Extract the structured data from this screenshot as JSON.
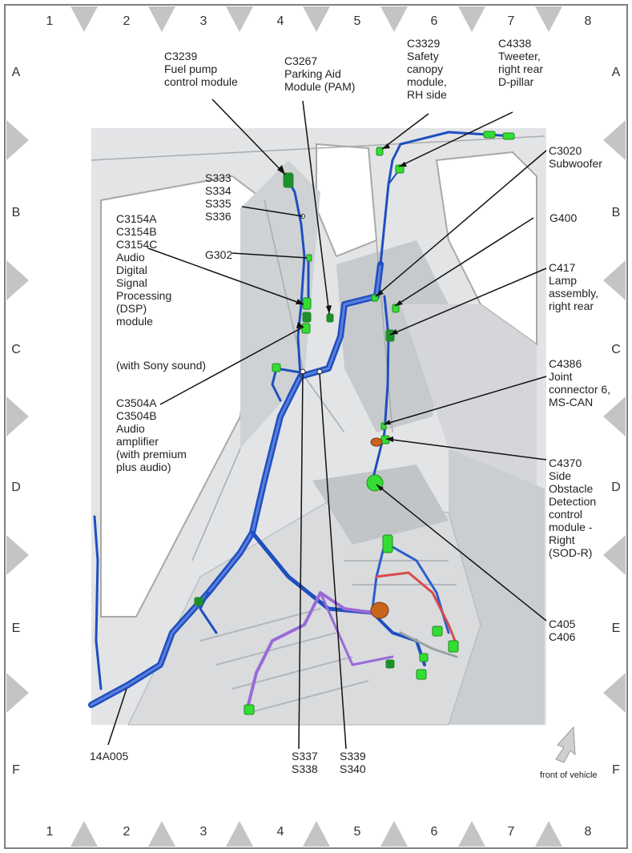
{
  "grid": {
    "columns": [
      "1",
      "2",
      "3",
      "4",
      "5",
      "6",
      "7",
      "8"
    ],
    "rows": [
      "A",
      "B",
      "C",
      "D",
      "E",
      "F"
    ]
  },
  "labels": {
    "c3239": "C3239\nFuel pump\ncontrol module",
    "c3267": "C3267\nParking Aid\nModule (PAM)",
    "c3329": "C3329\nSafety\ncanopy\nmodule,\nRH side",
    "c4338": "C4338\nTweeter,\nright rear\nD-pillar",
    "c3020": "C3020\nSubwoofer",
    "s333_336": "S333\nS334\nS335\nS336",
    "g302": "G302",
    "g400": "G400",
    "c3154": "C3154A\nC3154B\nC3154C\nAudio\nDigital\nSignal\nProcessing\n(DSP)\nmodule",
    "sony": "(with Sony sound)",
    "c417": "C417\nLamp\nassembly,\nright rear",
    "c4386": "C4386\nJoint\nconnector 6,\nMS-CAN",
    "c3504": "C3504A\nC3504B\nAudio\namplifier\n(with premium\nplus audio)",
    "c4370": "C4370\nSide\nObstacle\nDetection\ncontrol\nmodule -\nRight\n(SOD-R)",
    "c405": "C405\nC406",
    "harness": "14A005",
    "s337": "S337\nS338",
    "s339": "S339\nS340",
    "front": "front of vehicle"
  },
  "colors": {
    "harness_blue": "#1f4fbf",
    "harness_purple": "#9a6ad8",
    "harness_red": "#d84a4a",
    "connector_green": "#33dd33",
    "connector_orange": "#c8641e",
    "body_gray": "#d8dadc",
    "frame_gray": "#b8b8b8"
  }
}
